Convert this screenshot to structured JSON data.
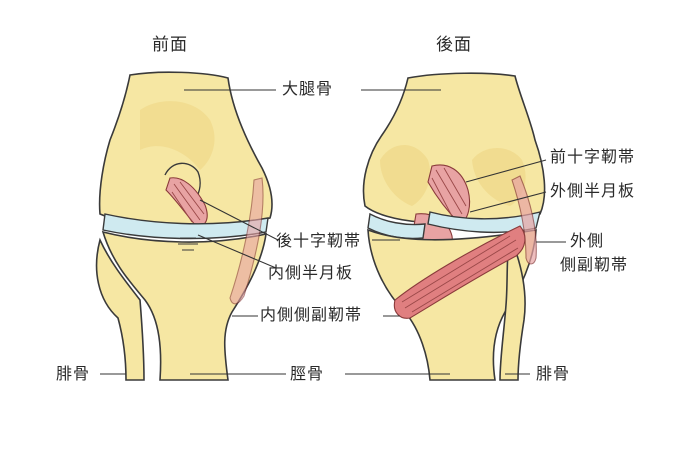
{
  "colors": {
    "bone": "#f6e7a3",
    "bone_shade": "#efd684",
    "meniscus": "#cfeaf0",
    "ligament": "#e8a3a3",
    "ligament_dark": "#d98484",
    "line": "#333333",
    "background": "#ffffff"
  },
  "views": {
    "front": {
      "title": "前面"
    },
    "back": {
      "title": "後面"
    }
  },
  "labels": {
    "femur": "大腿骨",
    "pcl": "後十字靭帯",
    "medial_meniscus": "内側半月板",
    "mcl": "内側側副靭帯",
    "fibula_left": "腓骨",
    "tibia": "脛骨",
    "acl": "前十字靭帯",
    "lateral_meniscus": "外側半月板",
    "lcl_line1": "外側",
    "lcl_line2": "側副靭帯",
    "fibula_right": "腓骨"
  }
}
